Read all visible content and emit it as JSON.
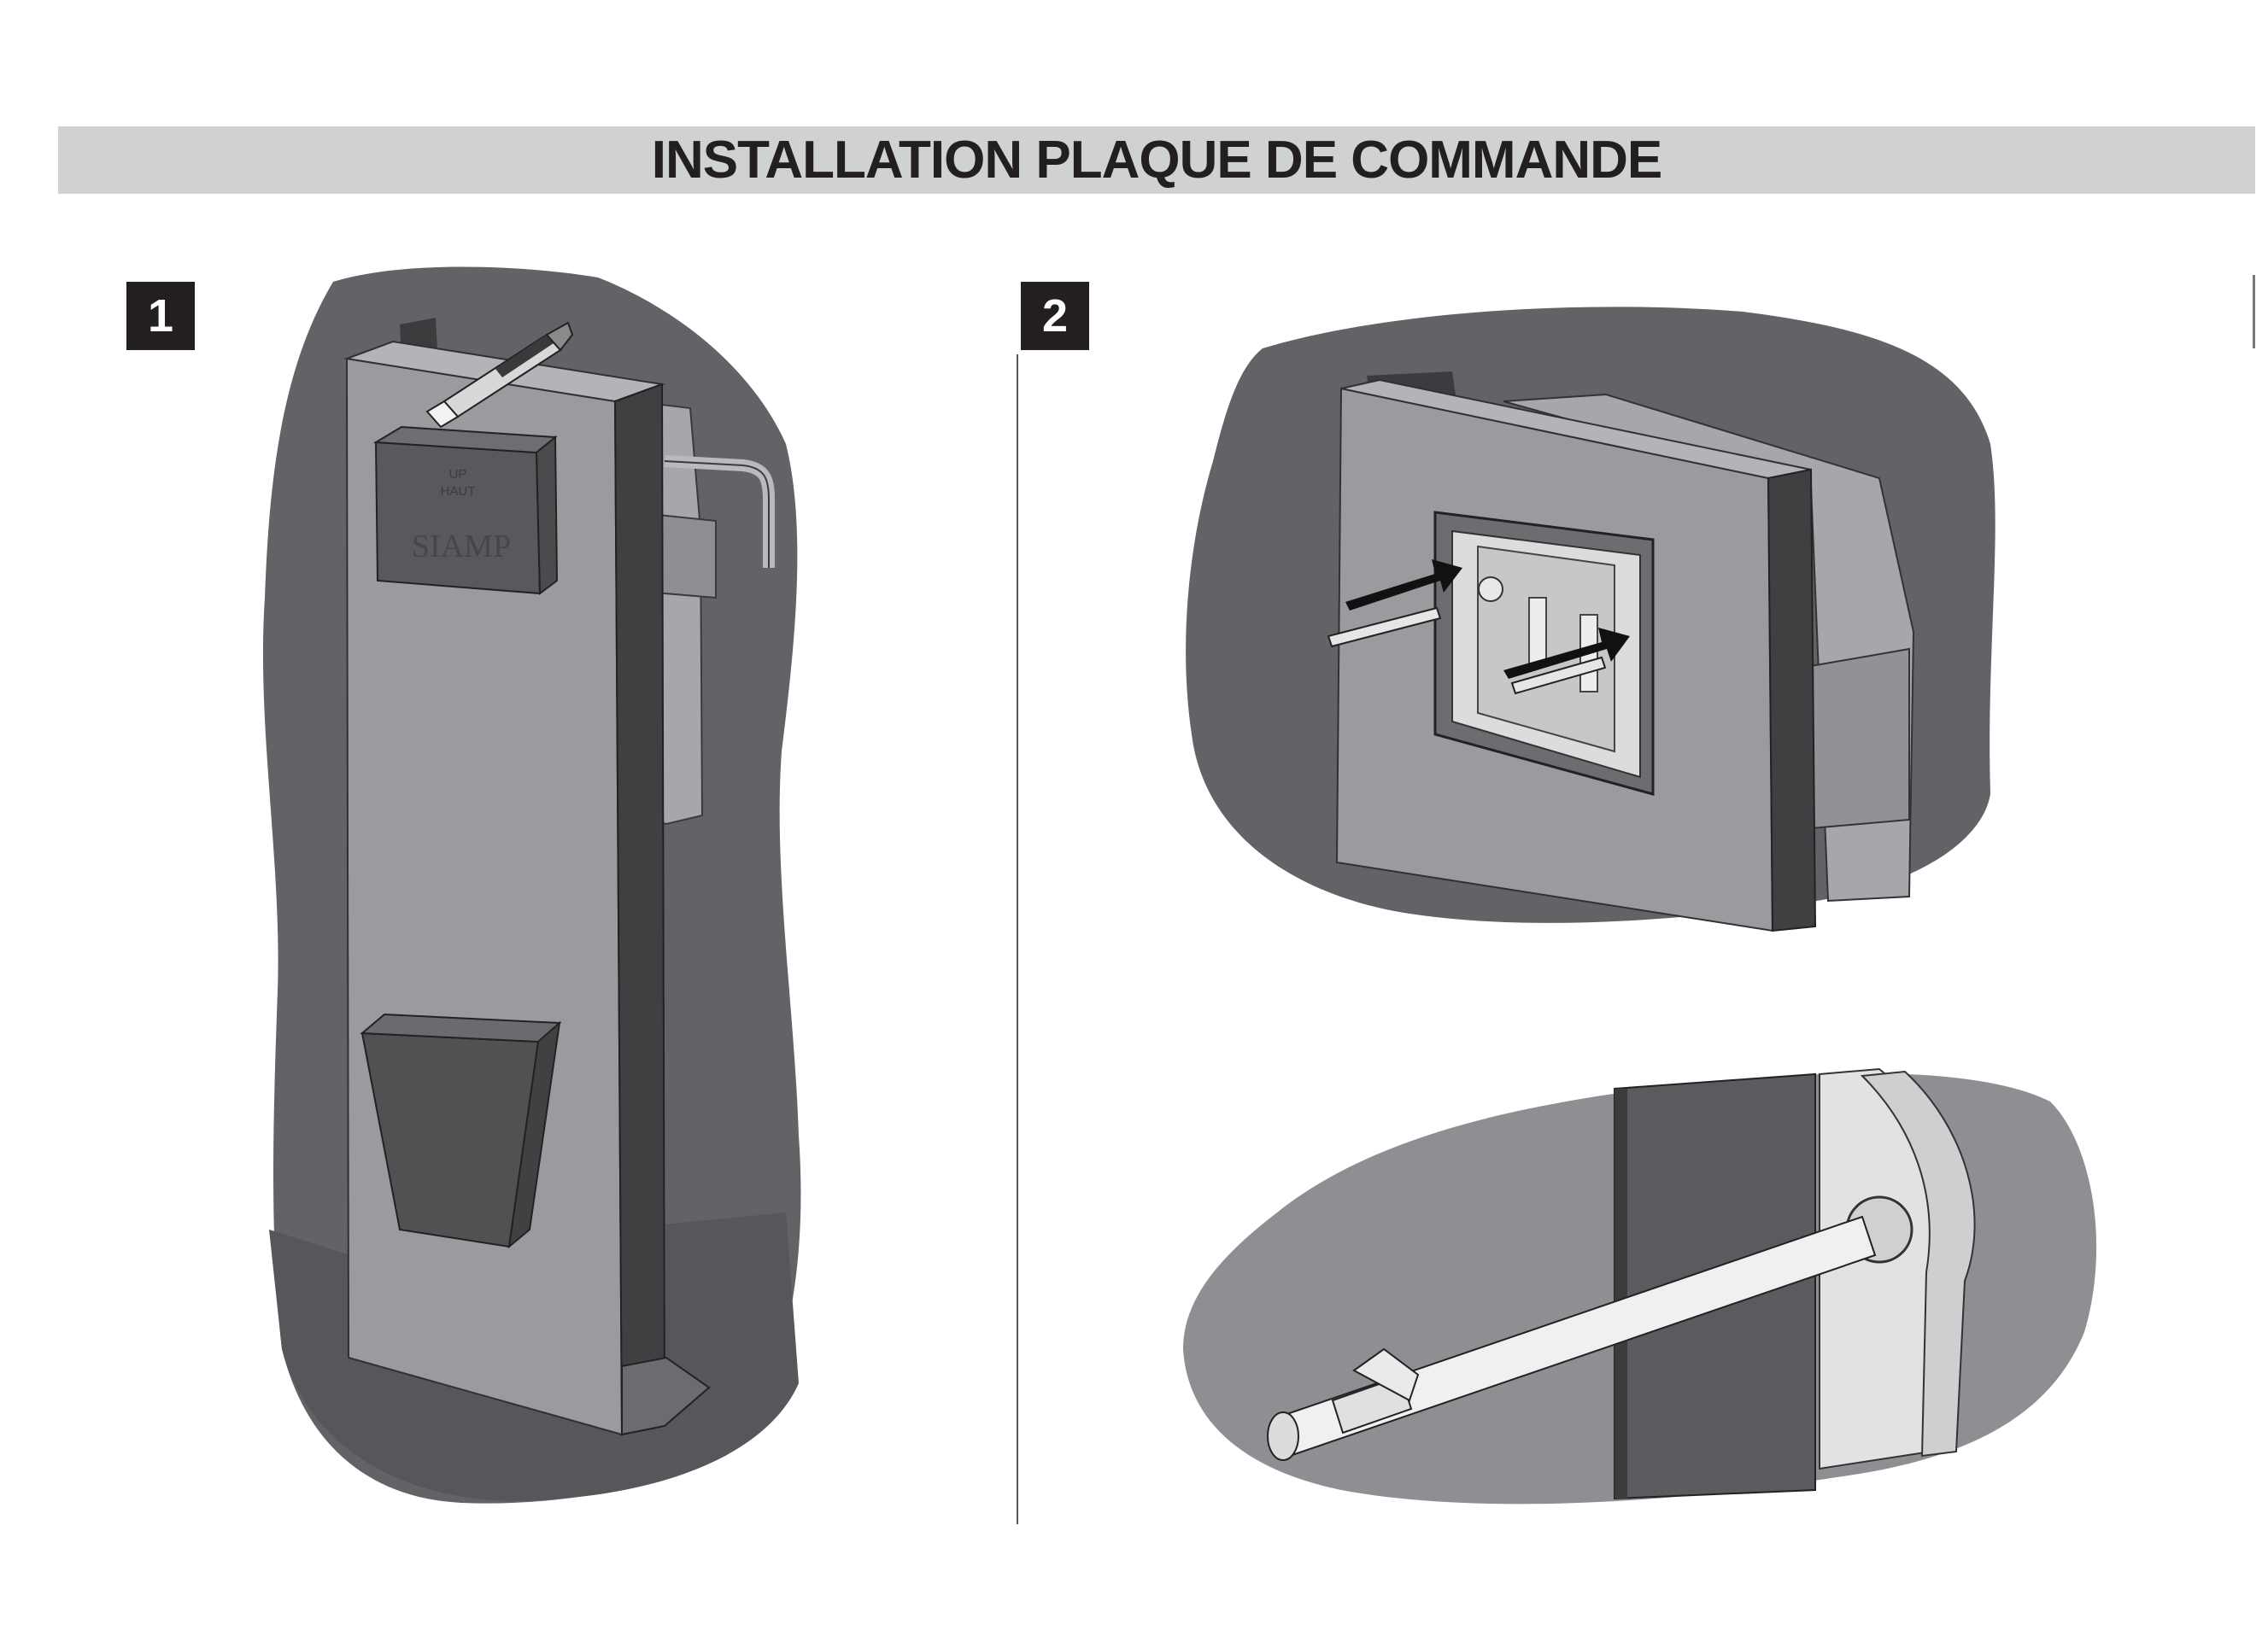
{
  "title": "INSTALLATION PLAQUE DE COMMANDE",
  "steps": [
    {
      "number": "1"
    },
    {
      "number": "2"
    }
  ],
  "box_logo": {
    "line1": "UP",
    "line2": "HAUT",
    "brand": "SIAMP"
  },
  "colors": {
    "background": "#ffffff",
    "title_bar": "#d0d1d3",
    "badge": "#231f20",
    "wall_dark": "#626366",
    "wall_mid": "#8e8f92",
    "panel": "#9a9b9e",
    "panel_edge": "#3f4042",
    "bar": "#4a4b4d"
  },
  "icons": [
    "cutter-knife-icon",
    "arrow-icon",
    "screw-anchor-icon"
  ]
}
